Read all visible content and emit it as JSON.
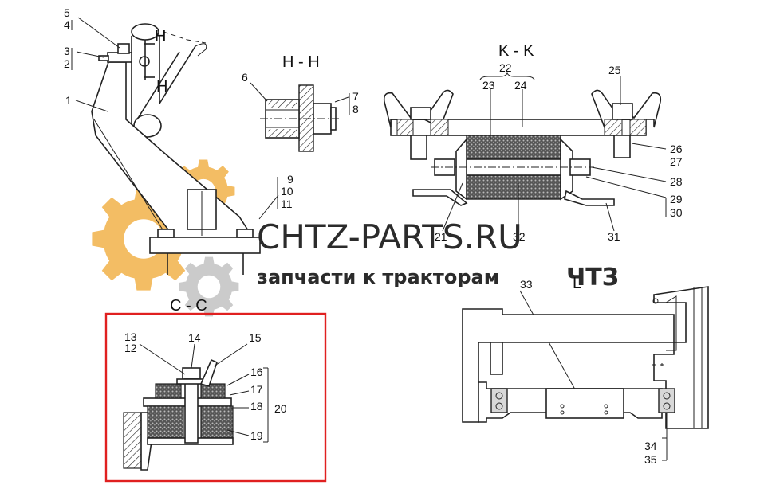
{
  "sections": {
    "h_h": "H - H",
    "k_k": "K - K",
    "c_c": "C - C",
    "l": "L"
  },
  "cut_marks": {
    "h_top": "H",
    "h_bottom": "H"
  },
  "callouts": {
    "c1": "1",
    "c2": "2",
    "c3": "3",
    "c4": "4",
    "c5": "5",
    "c6": "6",
    "c7": "7",
    "c8": "8",
    "c9": "9",
    "c10": "10",
    "c11": "11",
    "c12": "12",
    "c13": "13",
    "c14": "14",
    "c15": "15",
    "c16": "16",
    "c17": "17",
    "c18": "18",
    "c19": "19",
    "c20": "20",
    "c21": "21",
    "c22": "22",
    "c23": "23",
    "c24": "24",
    "c25": "25",
    "c26": "26",
    "c27": "27",
    "c28": "28",
    "c29": "29",
    "c30": "30",
    "c31": "31",
    "c32": "32",
    "c33": "33",
    "c34": "34",
    "c35": "35"
  },
  "watermark": {
    "title": "CHTZ-PARTS.RU",
    "subtitle": "запчасти к тракторам",
    "logo": "ЧТЗ",
    "gear_color": "#f2b24a"
  },
  "highlight": {
    "color": "#e02020"
  }
}
